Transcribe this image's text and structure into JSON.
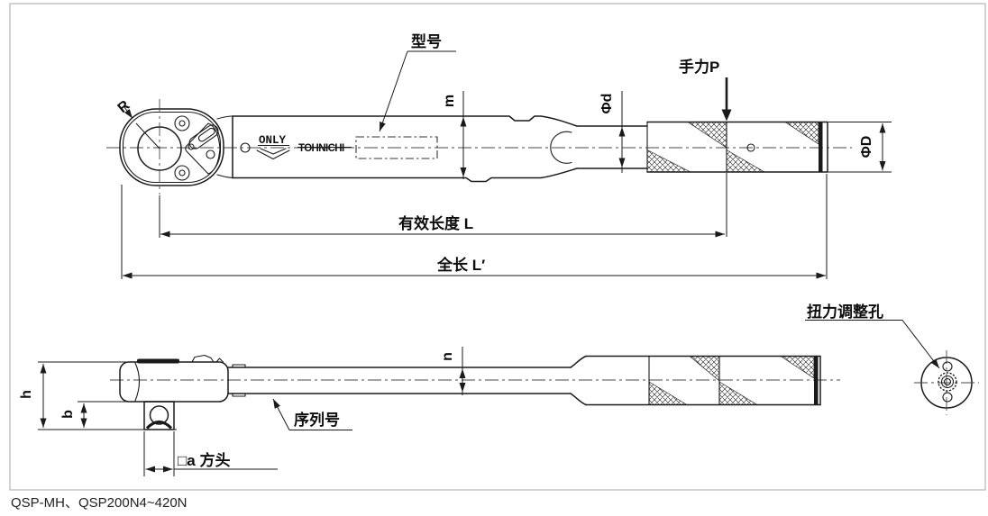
{
  "caption": "QSP-MH、QSP200N4~420N",
  "markings": {
    "brand": "TOHNICHI",
    "only": "ONLY"
  },
  "labels": {
    "model": "型号",
    "hand_force": "手力P",
    "effective_length": "有效长度 L",
    "total_length": "全长 L′",
    "serial_number": "序列号",
    "torque_adjust_hole": "扭力调整孔",
    "square_head": "□a 方头",
    "radius_r": "R",
    "body_height_m": "m",
    "shaft_dia": "Φd",
    "handle_dia": "ΦD",
    "head_height_h": "h",
    "head_depth_b": "b",
    "beam_thickness_n": "n"
  },
  "colors": {
    "line": "#1a1a1a",
    "centerline": "#4a4a4a",
    "frame": "#b5b5b5",
    "background": "#ffffff"
  }
}
